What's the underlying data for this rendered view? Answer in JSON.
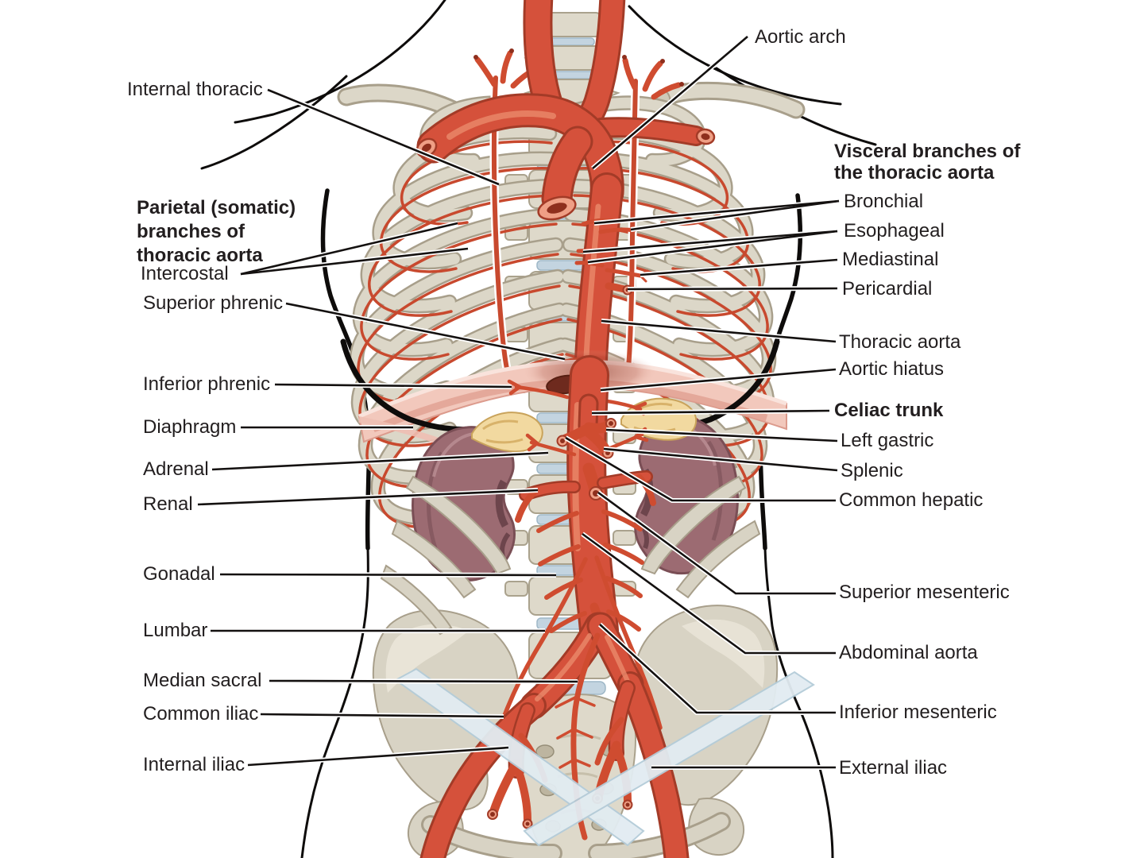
{
  "figure": {
    "description": "Anatomical diagram of the thoracic and abdominal aorta with parietal and visceral branches, shown within a human torso with rib cage, spine, diaphragm, kidneys and pelvis",
    "left_labels": [
      {
        "id": "internal-thoracic",
        "text": "Internal thoracic",
        "bold": false
      },
      {
        "id": "parietal-heading",
        "text": "Parietal (somatic)\nbranches of\nthoracic aorta",
        "bold": true
      },
      {
        "id": "intercostal",
        "text": "Intercostal",
        "bold": false
      },
      {
        "id": "superior-phrenic",
        "text": "Superior phrenic",
        "bold": false
      },
      {
        "id": "inferior-phrenic",
        "text": "Inferior phrenic",
        "bold": false
      },
      {
        "id": "diaphragm",
        "text": "Diaphragm",
        "bold": false
      },
      {
        "id": "adrenal",
        "text": "Adrenal",
        "bold": false
      },
      {
        "id": "renal",
        "text": "Renal",
        "bold": false
      },
      {
        "id": "gonadal",
        "text": "Gonadal",
        "bold": false
      },
      {
        "id": "lumbar",
        "text": "Lumbar",
        "bold": false
      },
      {
        "id": "median-sacral",
        "text": "Median sacral",
        "bold": false
      },
      {
        "id": "common-iliac",
        "text": "Common iliac",
        "bold": false
      },
      {
        "id": "internal-iliac",
        "text": "Internal iliac",
        "bold": false
      }
    ],
    "right_labels": [
      {
        "id": "aortic-arch",
        "text": "Aortic arch",
        "bold": false
      },
      {
        "id": "visceral-heading",
        "text": "Visceral branches of\nthe thoracic aorta",
        "bold": true
      },
      {
        "id": "bronchial",
        "text": "Bronchial",
        "bold": false
      },
      {
        "id": "esophageal",
        "text": "Esophageal",
        "bold": false
      },
      {
        "id": "mediastinal",
        "text": "Mediastinal",
        "bold": false
      },
      {
        "id": "pericardial",
        "text": "Pericardial",
        "bold": false
      },
      {
        "id": "thoracic-aorta",
        "text": "Thoracic aorta",
        "bold": false
      },
      {
        "id": "aortic-hiatus",
        "text": "Aortic hiatus",
        "bold": false
      },
      {
        "id": "celiac-trunk",
        "text": "Celiac trunk",
        "bold": true
      },
      {
        "id": "left-gastric",
        "text": "Left gastric",
        "bold": false
      },
      {
        "id": "splenic",
        "text": "Splenic",
        "bold": false
      },
      {
        "id": "common-hepatic",
        "text": "Common hepatic",
        "bold": false
      },
      {
        "id": "superior-mesenteric",
        "text": "Superior mesenteric",
        "bold": false
      },
      {
        "id": "abdominal-aorta",
        "text": "Abdominal aorta",
        "bold": false
      },
      {
        "id": "inferior-mesenteric",
        "text": "Inferior mesenteric",
        "bold": false
      },
      {
        "id": "external-iliac",
        "text": "External iliac",
        "bold": false
      }
    ],
    "colors": {
      "artery_main": "#d5513b",
      "artery_dark": "#a33b27",
      "artery_small": "#c8492e",
      "artery_lumen": "#8e2f1d",
      "cut_wall": "#ef9f85",
      "bone": "#d8d3c4",
      "bone_edge": "#a89f8b",
      "disc_blue": "#c3d4e0",
      "kidney": "#9c6b72",
      "adrenal": "#f2d9a0",
      "diaphragm_pink": "#f2c8bc",
      "ligament_blue": "#e2ecf2",
      "label_text": "#221e1f",
      "leader_line": "#141110"
    }
  }
}
